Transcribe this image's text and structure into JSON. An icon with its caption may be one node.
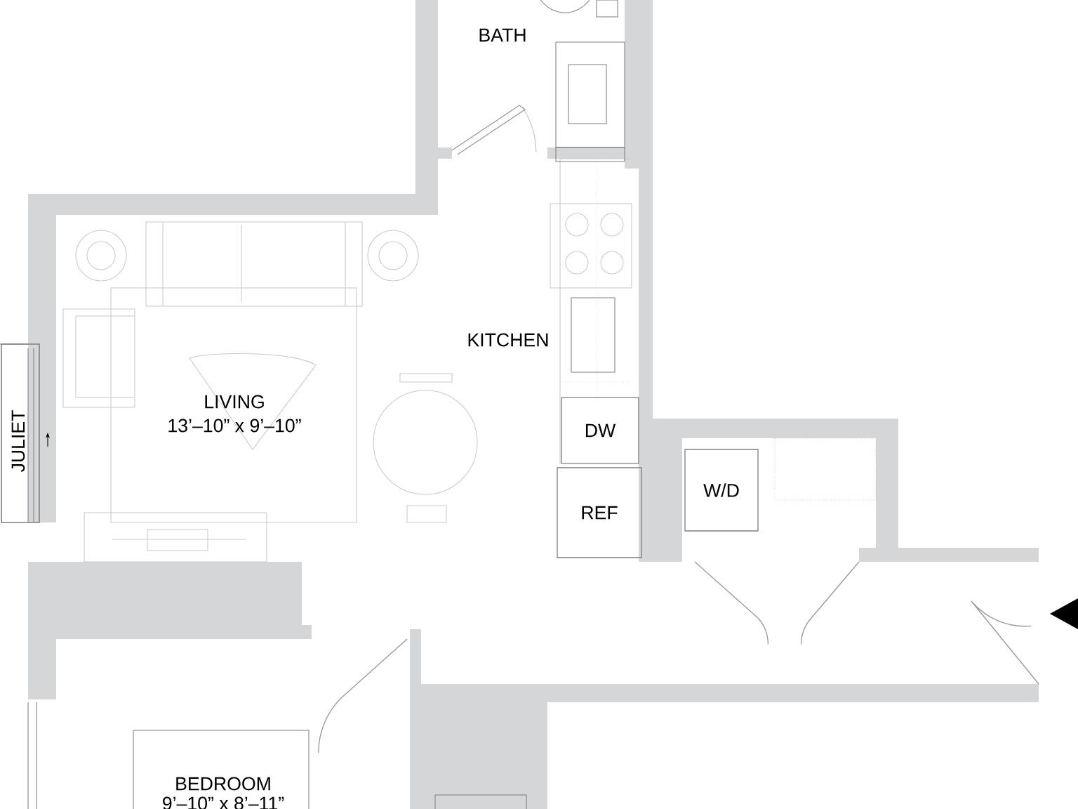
{
  "diagram": {
    "nodes": [
      {
        "text": [
          "DW"
        ]
      },
      {
        "text": [
          "REF"
        ]
      },
      {
        "text": [
          "W/D"
        ]
      }
    ],
    "labels": [
      "BATH",
      "KITCHEN",
      "LIVING",
      "13’–10” x 9’–10”",
      "JULIET",
      "BEDROOM",
      "9’–10” x 8’–11”"
    ]
  }
}
